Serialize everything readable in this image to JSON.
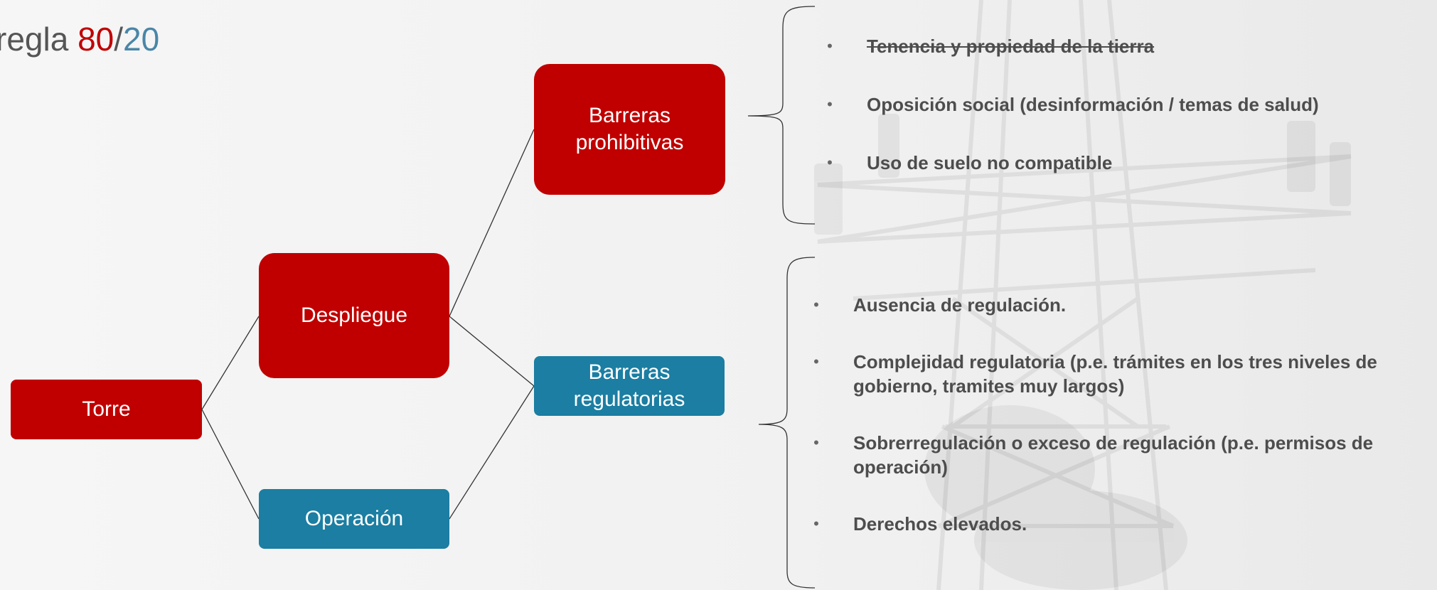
{
  "title": {
    "prefix": "regla ",
    "red": "80",
    "sep": "/",
    "blue": "20"
  },
  "colors": {
    "red": "#c00000",
    "blue": "#1b7ea2",
    "text": "#4d4d4d"
  },
  "nodes": {
    "torre": "Torre",
    "despliegue": "Despliegue",
    "operacion": "Operación",
    "barreras_prohibitivas": [
      "Barreras",
      "prohibitivas"
    ],
    "barreras_regulatorias": [
      "Barreras",
      "regulatorias"
    ]
  },
  "prohibitive_items": [
    "Tenencia y propiedad de la tierra",
    "Oposición social (desinformación / temas de salud)",
    "Uso de suelo no compatible"
  ],
  "regulatory_items": [
    "Ausencia de regulación.",
    [
      "Complejidad regulatoria (p.e. trámites en los tres niveles de",
      "gobierno, tramites muy largos)"
    ],
    [
      "Sobrerregulación o exceso de regulación (p.e. permisos de",
      "operación)"
    ],
    "Derechos elevados."
  ],
  "bullet_symbol": "•"
}
